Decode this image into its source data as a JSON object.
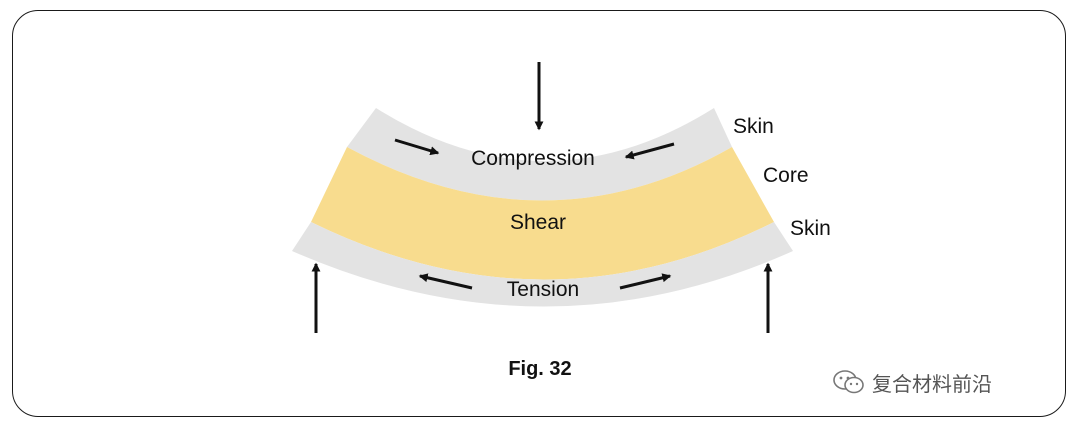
{
  "diagram": {
    "labels": {
      "compression": "Compression",
      "shear": "Shear",
      "tension": "Tension",
      "skin_top": "Skin",
      "core": "Core",
      "skin_bottom": "Skin"
    },
    "caption": "Fig. 32",
    "colors": {
      "skin": "#e3e3e3",
      "core": "#f8dc8e",
      "arrow": "#111111",
      "frame": "#1a1a1a"
    }
  },
  "watermark": {
    "text": "复合材料前沿",
    "icon": "wechat-icon"
  }
}
